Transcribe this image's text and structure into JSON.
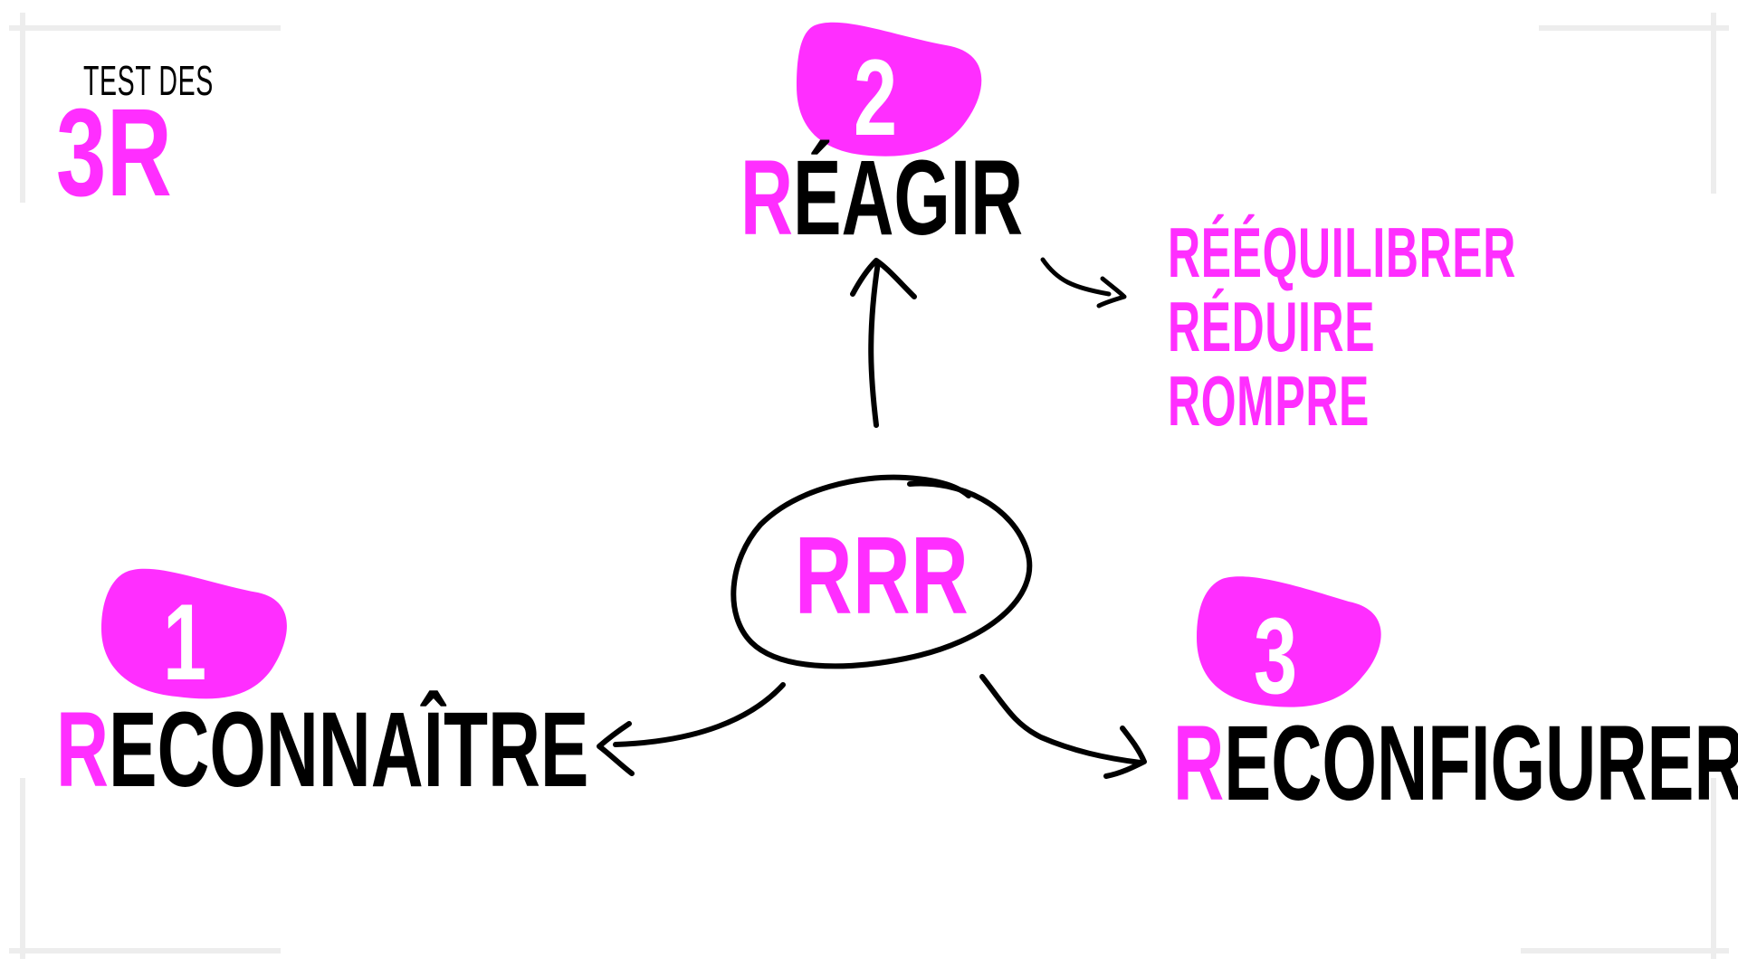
{
  "title": {
    "prefix": "TEST DES",
    "main": "3R"
  },
  "center": {
    "label": "RRR"
  },
  "steps": [
    {
      "number": "1",
      "first_letter": "R",
      "rest": "ECONNAÎTRE"
    },
    {
      "number": "2",
      "first_letter": "R",
      "rest": "ÉAGIR"
    },
    {
      "number": "3",
      "first_letter": "R",
      "rest": "ECONFIGURER"
    }
  ],
  "reagir_options": [
    "RÉÉQUILIBRER",
    "RÉDUIRE",
    "ROMPRE"
  ],
  "colors": {
    "accent": "#ff2eff",
    "text": "#000000",
    "background": "#ffffff",
    "frame": "#ededed"
  },
  "icons": [
    "arrow-up-icon",
    "arrow-left-icon",
    "arrow-right-icon",
    "ellipse-icon"
  ]
}
